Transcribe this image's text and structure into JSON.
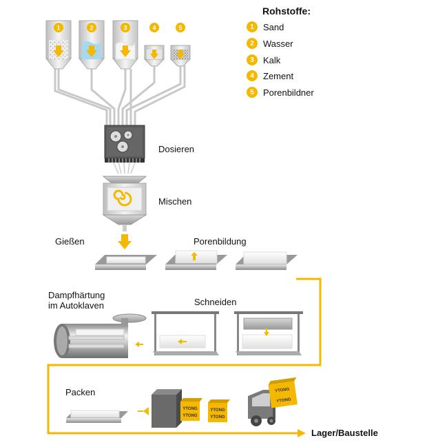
{
  "legend": {
    "title": "Rohstoffe:",
    "items": [
      {
        "num": "1",
        "label": "Sand"
      },
      {
        "num": "2",
        "label": "Wasser"
      },
      {
        "num": "3",
        "label": "Kalk"
      },
      {
        "num": "4",
        "label": "Zement"
      },
      {
        "num": "5",
        "label": "Porenbildner"
      }
    ]
  },
  "steps": {
    "dosieren": "Dosieren",
    "mischen": "Mischen",
    "giessen": "Gießen",
    "porenbildung": "Porenbildung",
    "dampf_line1": "Dampfhärtung",
    "dampf_line2": "im Autoklaven",
    "schneiden": "Schneiden",
    "packen": "Packen",
    "lager": "Lager/Baustelle"
  },
  "brand": "YTONG",
  "colors": {
    "accent": "#f5b800",
    "machine": "#555555",
    "pipe": "#cccccc"
  }
}
